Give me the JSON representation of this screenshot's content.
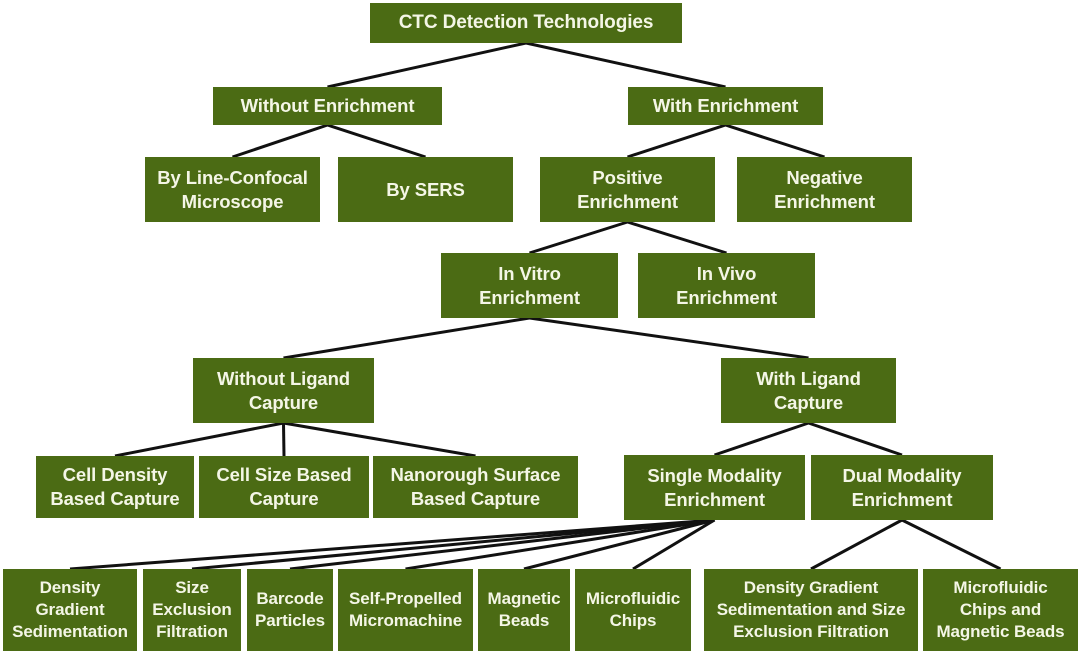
{
  "diagram": {
    "title": "CTC Detection Technologies",
    "box_color": "#4b6b14",
    "text_color": "#f4f6e6",
    "line_color": "#111111",
    "nodes": {
      "root": "CTC Detection Technologies",
      "without_enrichment": "Without Enrichment",
      "with_enrichment": "With Enrichment",
      "line_confocal": "By Line-Confocal\nMicroscope",
      "sers": "By SERS",
      "positive": "Positive\nEnrichment",
      "negative": "Negative\nEnrichment",
      "in_vitro": "In Vitro\nEnrichment",
      "in_vivo": "In Vivo\nEnrichment",
      "without_ligand": "Without Ligand\nCapture",
      "with_ligand": "With Ligand\nCapture",
      "cell_density": "Cell Density\nBased Capture",
      "cell_size": "Cell Size Based\nCapture",
      "nanorough": "Nanorough Surface\nBased Capture",
      "single_modality": "Single Modality\nEnrichment",
      "dual_modality": "Dual Modality\nEnrichment",
      "density_gradient": "Density\nGradient\nSedimentation",
      "size_exclusion": "Size\nExclusion\nFiltration",
      "barcode": "Barcode\nParticles",
      "self_propelled": "Self-Propelled\nMicromachine",
      "magnetic_beads": "Magnetic\nBeads",
      "microfluidic_chips": "Microfluidic\nChips",
      "dgs_and_sef": "Density Gradient\nSedimentation and Size\nExclusion Filtration",
      "mc_and_mb": "Microfluidic\nChips and\nMagnetic Beads"
    },
    "edges": [
      [
        "root",
        "without_enrichment"
      ],
      [
        "root",
        "with_enrichment"
      ],
      [
        "without_enrichment",
        "line_confocal"
      ],
      [
        "without_enrichment",
        "sers"
      ],
      [
        "with_enrichment",
        "positive"
      ],
      [
        "with_enrichment",
        "negative"
      ],
      [
        "positive",
        "in_vitro"
      ],
      [
        "positive",
        "in_vivo"
      ],
      [
        "in_vitro",
        "without_ligand"
      ],
      [
        "in_vitro",
        "with_ligand"
      ],
      [
        "without_ligand",
        "cell_density"
      ],
      [
        "without_ligand",
        "cell_size"
      ],
      [
        "without_ligand",
        "nanorough"
      ],
      [
        "with_ligand",
        "single_modality"
      ],
      [
        "with_ligand",
        "dual_modality"
      ],
      [
        "single_modality",
        "density_gradient"
      ],
      [
        "single_modality",
        "size_exclusion"
      ],
      [
        "single_modality",
        "barcode"
      ],
      [
        "single_modality",
        "self_propelled"
      ],
      [
        "single_modality",
        "magnetic_beads"
      ],
      [
        "single_modality",
        "microfluidic_chips"
      ],
      [
        "dual_modality",
        "dgs_and_sef"
      ],
      [
        "dual_modality",
        "mc_and_mb"
      ]
    ]
  }
}
